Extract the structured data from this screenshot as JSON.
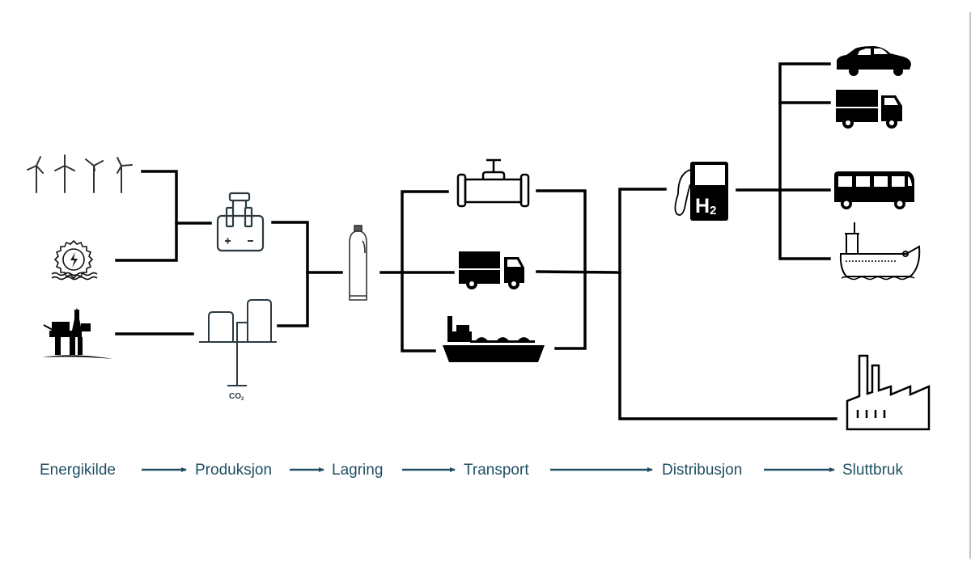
{
  "diagram": {
    "title": "Hydrogen value chain",
    "colors": {
      "line": "#000000",
      "label_text": "#1f4e63",
      "arrow": "#1f4e63",
      "plant_icon": "#2b3a42",
      "border": "#c4c4c4"
    },
    "stages": [
      {
        "id": "energy",
        "label": "Energikilde"
      },
      {
        "id": "production",
        "label": "Produksjon"
      },
      {
        "id": "storage",
        "label": "Lagring"
      },
      {
        "id": "transport",
        "label": "Transport"
      },
      {
        "id": "distribution",
        "label": "Distribusjon"
      },
      {
        "id": "end_use",
        "label": "Sluttbruk"
      }
    ],
    "nodes": {
      "energy": [
        "wind-turbines-icon",
        "hydropower-icon",
        "offshore-oil-platform-icon"
      ],
      "production": [
        "electrolyzer-icon",
        "reformer-plant-icon"
      ],
      "storage": [
        "gas-cylinder-icon"
      ],
      "transport": [
        "pipeline-icon",
        "truck-icon",
        "lng-ship-icon"
      ],
      "distribution": [
        "h2-fuel-pump-icon"
      ],
      "end_use": [
        "car-icon",
        "truck-icon",
        "bus-icon",
        "ship-icon",
        "factory-icon"
      ]
    },
    "co2_label": "CO",
    "co2_sub": "2",
    "h2_label": "H",
    "h2_sub": "2"
  }
}
